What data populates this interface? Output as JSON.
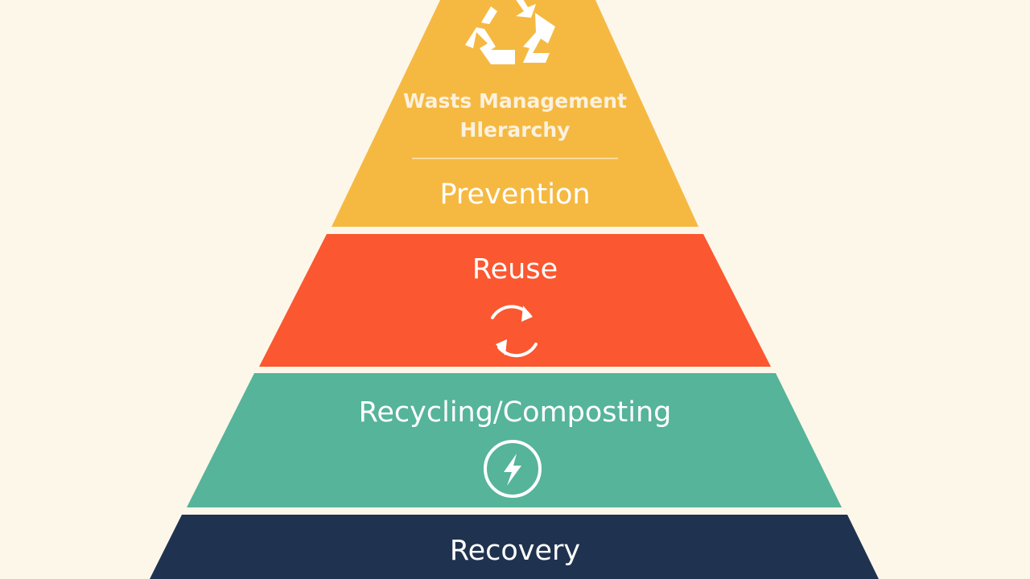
{
  "background": "#fdf7e9",
  "title": {
    "line1": "Wasts Management",
    "line2": "Hlerarchy"
  },
  "tiers": [
    {
      "label": "Prevention",
      "color": "#f5b942",
      "icon": "recycle-icon"
    },
    {
      "label": "Reuse",
      "color": "#fb5730",
      "icon": "refresh-arrows-icon"
    },
    {
      "label": "Recycling/Composting",
      "color": "#55b49a",
      "icon": "lightning-bolt-icon"
    },
    {
      "label": "Recovery",
      "color": "#1f3350"
    }
  ]
}
